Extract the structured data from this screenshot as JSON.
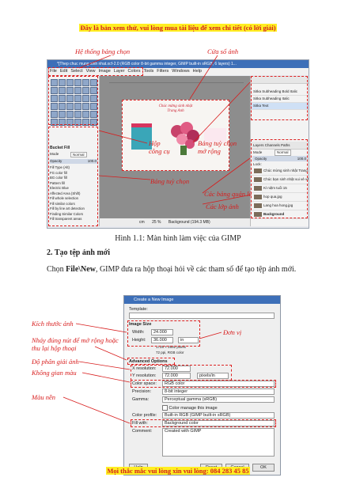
{
  "header_banner": "Đây là bản xem thử, vui lòng mua tài liệu để xem chi tiết (có lời giải)",
  "footer_banner": "Mọi thắc mắc vui lòng xin vui lòng: 084 283 45 85",
  "figure1": {
    "window_title": "*[Thep chuc mung sinh nhat.xcf-2.0 (RGB color 8-bit gamma integer, GIMP built-in sRGB, 6 layers) 1...",
    "menu": [
      "File",
      "Edit",
      "Select",
      "View",
      "Image",
      "Layer",
      "Colors",
      "Tools",
      "Filters",
      "Windows",
      "Help"
    ],
    "labels": {
      "menu_system": "Hệ thống bảng chọn",
      "image_window": "Cửa sổ ảnh",
      "toolbox": "Hộp\ncông cụ",
      "dropdown_tables": "Bảng tuỳ chọn\nmở rộng",
      "options_table": "Bảng tuỳ chọn",
      "management_tables": "Các bảng quản lí",
      "layer_list": "Các lớp ảnh"
    },
    "tool_options": {
      "title": "Bucket Fill",
      "mode_label": "Mode",
      "mode_value": "Normal",
      "opacity_label": "Opacity",
      "opacity_value": "100.0",
      "items": [
        "Fill Type (Alt)",
        "FG color fill",
        "BG color fill",
        "Pattern fill",
        "Electric Blue",
        "Affected Area (Shift)",
        "Fill whole selection",
        "Fill similar colors",
        "Fill by line art detection",
        "Finding Similar Colors",
        "Fill transparent areas"
      ]
    },
    "canvas_text": [
      "Chúc mừng sinh nhật",
      "Trang Anh"
    ],
    "status": {
      "unit": "cm",
      "zoom": "25 %",
      "layer_info": "Background (194.3 MB)"
    },
    "fonts": [
      "Sitka Subheading Bold Italic",
      "Sitka Subheading Italic",
      "Sitka Text"
    ],
    "layers_tabs": "Layers  Channels  Paths",
    "layers": {
      "mode_label": "Mode",
      "mode_value": "Normal",
      "opacity_label": "Opacity",
      "opacity_value": "100.0",
      "lock_label": "Lock:",
      "items": [
        "Chúc mừng sinh nhật Trang Anh",
        "Chúc bạn sinh nhật vui vẻ và lu...",
        "Kỉ niệm tuổi 15",
        "hop qua.jpg",
        "Lang hoa hong.jpg",
        "Background"
      ]
    }
  },
  "caption1": "Hình 1.1: Màn hình làm việc của GIMP",
  "section_title": "2. Tạo tệp ảnh mới",
  "para": {
    "pre": "Chọn ",
    "bold": "File\\New",
    "post": ", GIMP đưa ra hộp thoại hỏi về các tham số để tạo tệp ảnh mới."
  },
  "figure2": {
    "dialog_title": "Create a New Image",
    "template_label": "Template:",
    "image_size_header": "Image Size",
    "width_label": "Width:",
    "width_value": "24.000",
    "height_label": "Height:",
    "height_value": "36.000",
    "unit_value": "in",
    "pixel_info": "1728 × 2592 pixels",
    "ppi_info": "72 ppi, RGB color",
    "advanced_header": "Advanced Options",
    "xres_label": "X resolution:",
    "xres_value": "72.000",
    "yres_label": "Y resolution:",
    "yres_value": "72.000",
    "res_unit": "pixels/in",
    "color_space_label": "Color space:",
    "color_space_value": "RGB color",
    "precision_label": "Precision:",
    "precision_value": "8-bit integer",
    "gamma_label": "Gamma:",
    "gamma_value": "Perceptual gamma (sRGB)",
    "color_manage": "Color manage this image",
    "color_profile_label": "Color profile:",
    "color_profile_value": "Built-in RGB (GIMP built-in sRGB)",
    "fill_label": "Fill with:",
    "fill_value": "Background color",
    "comment_label": "Comment:",
    "comment_value": "Created with GIMP",
    "help_btn": "Help",
    "reset_btn": "Reset",
    "cancel_btn": "Cancel",
    "ok_btn": "OK",
    "labels": {
      "image_size": "Kích thước ảnh",
      "expand": "Nháy đúng nút để mở rộng hoặc thu lại hộp thoại",
      "resolution": "Độ phân giải ảnh",
      "color_space": "Không gian màu",
      "bg_color": "Màu nền",
      "unit": "Đơn vị"
    }
  },
  "colors": {
    "annotation_red": "#d81c1c",
    "highlight_yellow": "#ffee22",
    "titlebar_blue": "#3d6fb8"
  }
}
